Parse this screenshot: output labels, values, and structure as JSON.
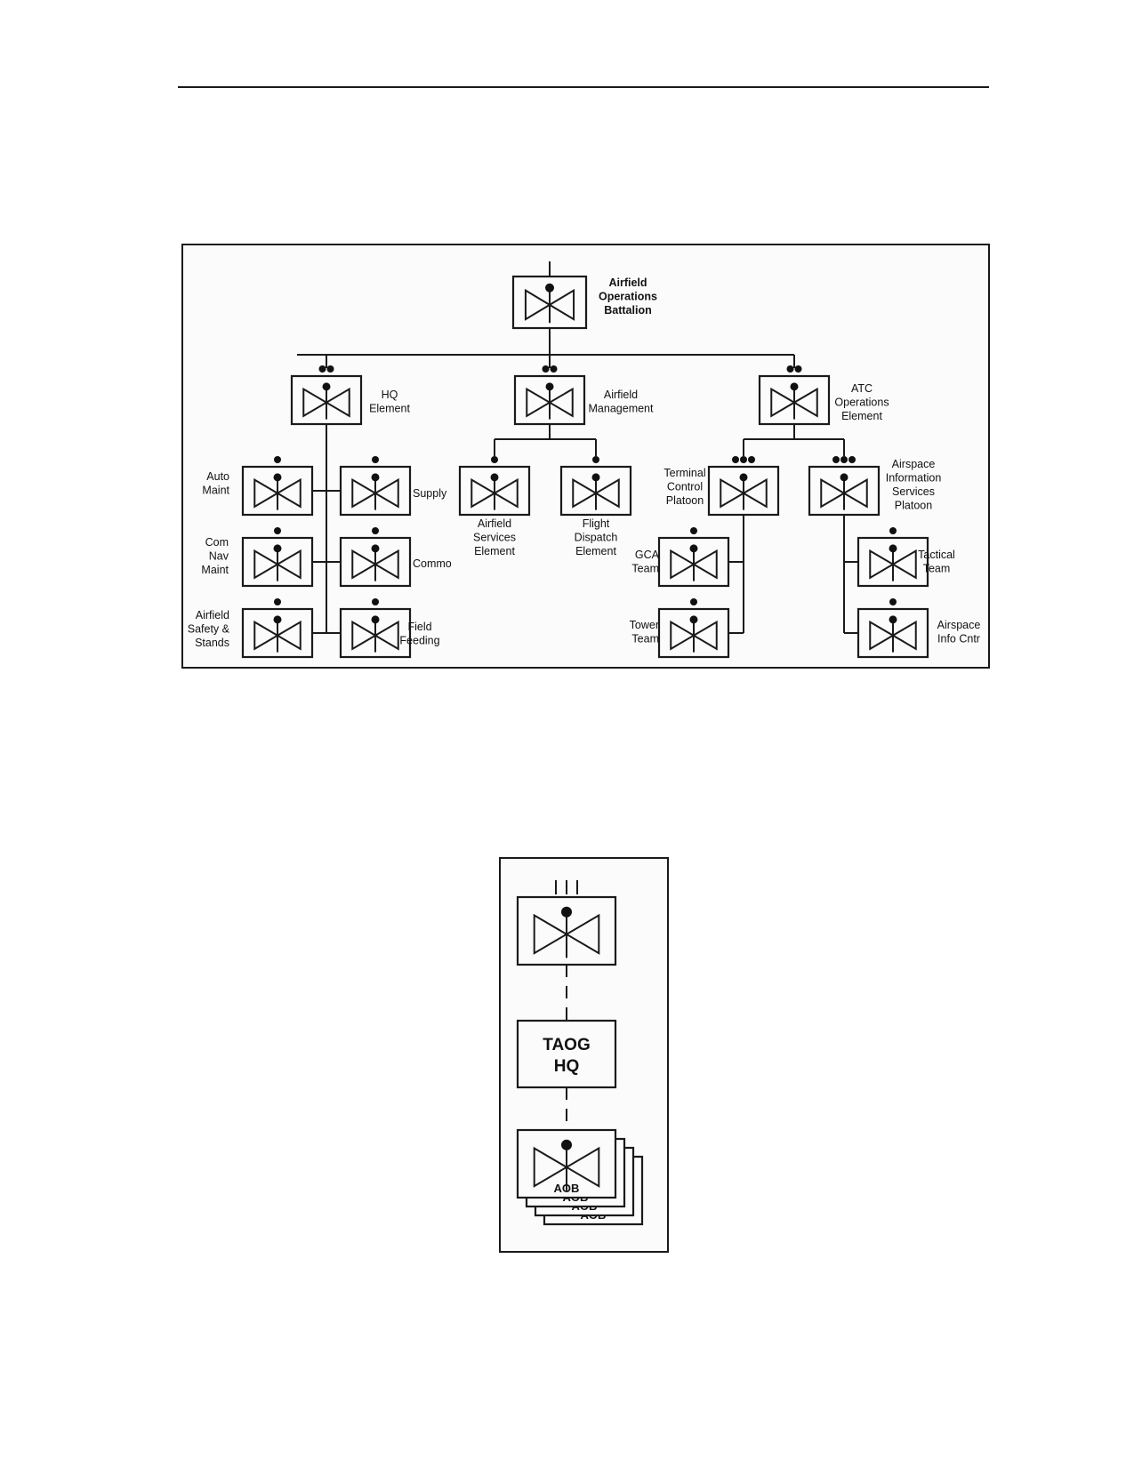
{
  "figure1": {
    "units": {
      "battalion": {
        "label": [
          "Airfield",
          "Operations",
          "Battalion"
        ],
        "echelon": "||"
      },
      "hq": {
        "label": [
          "HQ",
          "Element"
        ],
        "echelon": "••"
      },
      "airfield_mgmt": {
        "label": [
          "Airfield",
          "Management"
        ],
        "echelon": "••"
      },
      "atc": {
        "label": [
          "ATC",
          "Operations",
          "Element"
        ],
        "echelon": "••"
      },
      "auto_maint": {
        "label": [
          "Auto",
          "Maint"
        ],
        "echelon": "•"
      },
      "supply": {
        "label": [
          "Supply"
        ],
        "echelon": "•"
      },
      "com_nav_maint": {
        "label": [
          "Com",
          "Nav",
          "Maint"
        ],
        "echelon": "•"
      },
      "commo": {
        "label": [
          "Commo"
        ],
        "echelon": "•"
      },
      "safety_stands": {
        "label": [
          "Airfield",
          "Safety &",
          "Stands"
        ],
        "echelon": "•"
      },
      "field_feeding": {
        "label": [
          "Field",
          "Feeding"
        ],
        "echelon": "•"
      },
      "services": {
        "label": [
          "Airfield",
          "Services",
          "Element"
        ],
        "echelon": "•"
      },
      "dispatch": {
        "label": [
          "Flight",
          "Dispatch",
          "Element"
        ],
        "echelon": "•"
      },
      "terminal": {
        "label": [
          "Terminal",
          "Control",
          "Platoon"
        ],
        "echelon": "•••"
      },
      "airspace_info": {
        "label": [
          "Airspace",
          "Information",
          "Services",
          "Platoon"
        ],
        "echelon": "•••"
      },
      "gca": {
        "label": [
          "GCA",
          "Team"
        ],
        "echelon": "•"
      },
      "tower": {
        "label": [
          "Tower",
          "Team"
        ],
        "echelon": "•"
      },
      "tactical": {
        "label": [
          "Tactical",
          "Team"
        ],
        "echelon": "•"
      },
      "airspace_cntr": {
        "label": [
          "Airspace",
          "Info Cntr"
        ],
        "echelon": "•"
      }
    }
  },
  "figure2": {
    "group": {
      "echelon": "III"
    },
    "hq": {
      "label": [
        "TAOG",
        "HQ"
      ]
    },
    "aob": {
      "label": "AOB",
      "stack_count": 4
    }
  }
}
